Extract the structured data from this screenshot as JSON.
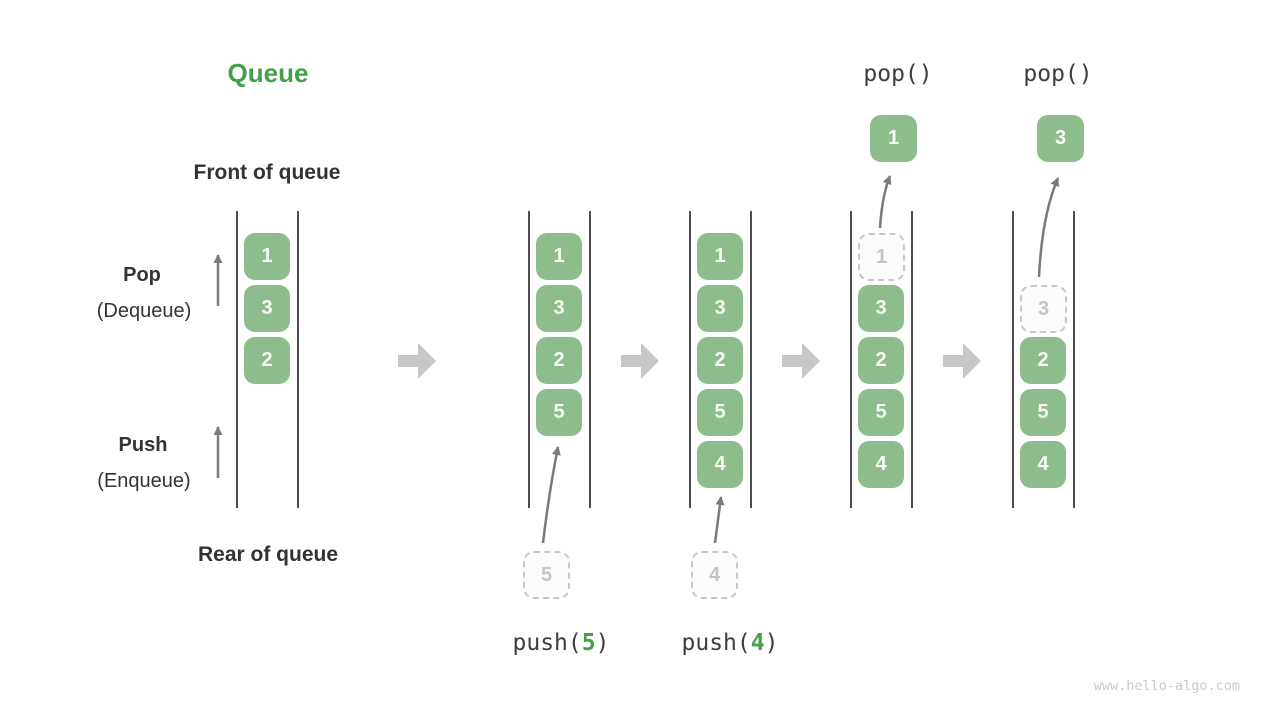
{
  "title": "Queue",
  "watermark": "www.hello-algo.com",
  "side_labels": {
    "front": "Front of queue",
    "rear": "Rear of queue",
    "pop": "Pop",
    "pop_alt": "(Dequeue)",
    "push": "Push",
    "push_alt": "(Enqueue)"
  },
  "operations": {
    "pop_a": "pop()",
    "pop_b": "pop()",
    "push_a": {
      "prefix": "push(",
      "arg": "5",
      "suffix": ")"
    },
    "push_b": {
      "prefix": "push(",
      "arg": "4",
      "suffix": ")"
    }
  },
  "pop_results": {
    "a": "1",
    "b": "3"
  },
  "push_staging": {
    "a": "5",
    "b": "4"
  },
  "columns": [
    {
      "cells": [
        "1",
        "3",
        "2"
      ]
    },
    {
      "cells": [
        "1",
        "3",
        "2",
        "5"
      ]
    },
    {
      "cells": [
        "1",
        "3",
        "2",
        "5",
        "4"
      ]
    },
    {
      "dashed": "1",
      "cells": [
        "3",
        "2",
        "5",
        "4"
      ]
    },
    {
      "dashed": "3",
      "cells": [
        "2",
        "5",
        "4"
      ]
    }
  ],
  "colors": {
    "box_green": "#8DBC8D",
    "title_green": "#43A047",
    "arg_green": "#43A047",
    "text_dark": "#333333",
    "code_text": "#3D3D3D",
    "block_arrow_gray": "#C7C7C7",
    "thin_arrow_gray": "#7A7A7A",
    "dashed_border": "#C8C8C8",
    "dashed_text": "#C5C5C5",
    "dashed_fill": "#FBFBFB",
    "rail_line": "#4C4C4C",
    "watermark_gray": "#C9C9C9",
    "box_text": "#F7FAF7"
  }
}
